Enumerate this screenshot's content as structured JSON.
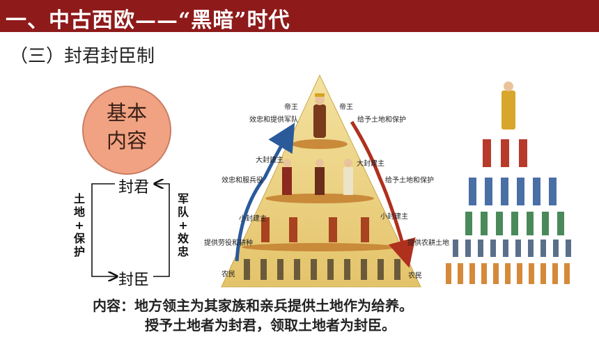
{
  "header": {
    "title": "一、中古西欧——“黑暗”时代",
    "bg_color": "#8e1a1a"
  },
  "section": {
    "title": "（三）封君封臣制"
  },
  "circle": {
    "line1": "基本",
    "line2": "内容",
    "color": "#f0a282"
  },
  "diagram": {
    "lord": "封君",
    "vassal": "封臣",
    "left_label": [
      "土",
      "地",
      "+",
      "保",
      "护"
    ],
    "right_label": [
      "军",
      "队",
      "+",
      "效",
      "忠"
    ]
  },
  "pyramid": {
    "tiers": [
      "帝王",
      "大封建主",
      "小封建主",
      "农民"
    ],
    "left_notes": [
      "效忠和提供军队",
      "效忠和服兵役",
      "提供劳役和耕种"
    ],
    "right_notes": [
      "给予土地和保护",
      "给予土地和保护",
      "提供农耕土地"
    ]
  },
  "content": {
    "line1": "内容：地方领主为其家族和亲兵提供土地作为给养。",
    "line2": "授予土地者为封君，领取土地者为封臣。"
  }
}
